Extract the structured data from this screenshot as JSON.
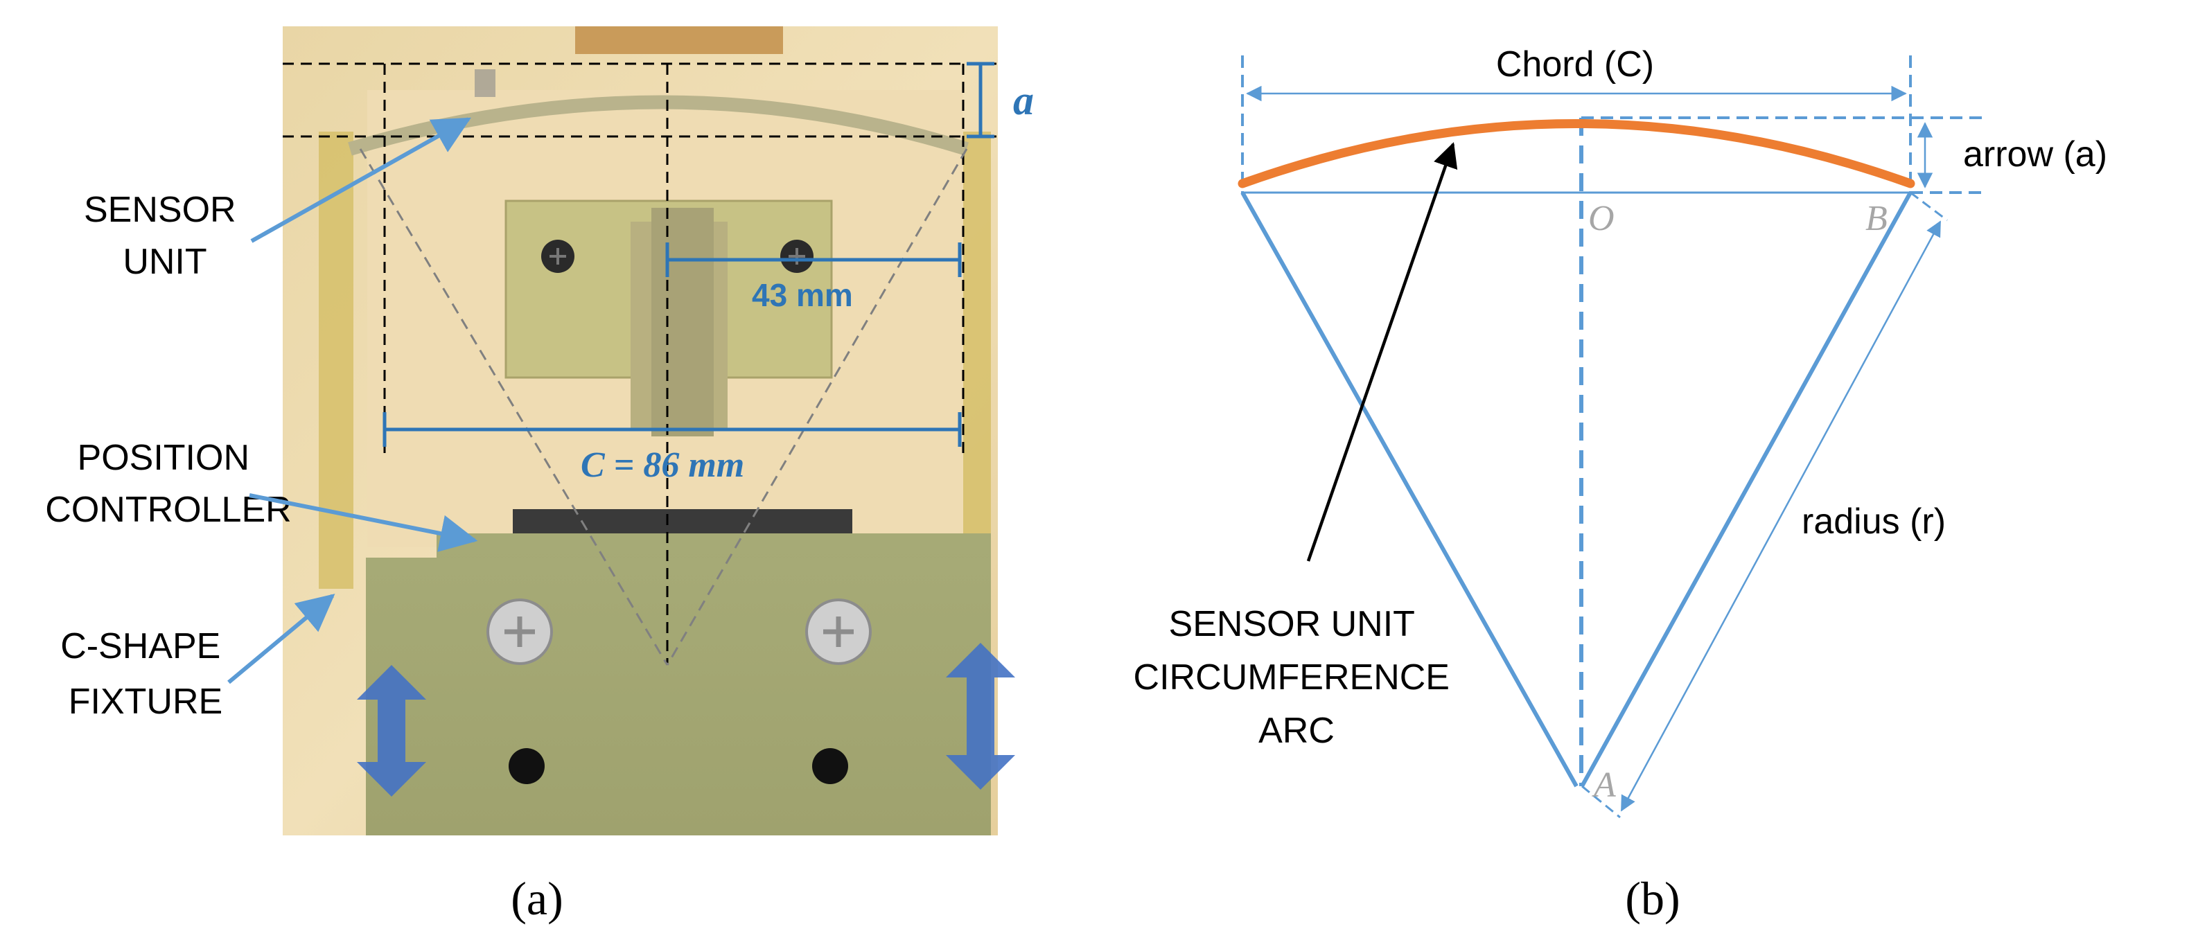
{
  "panel_a": {
    "caption": "(a)",
    "labels": {
      "sensor_unit": [
        "SENSOR",
        "UNIT"
      ],
      "position_controller": [
        "POSITION",
        "CONTROLLER"
      ],
      "c_shape_fixture": [
        "C-SHAPE",
        "FIXTURE"
      ]
    },
    "dims": {
      "arrow_symbol": "a",
      "half_chord": "43 mm",
      "chord": "C = 86 mm"
    }
  },
  "panel_b": {
    "caption": "(b)",
    "labels": {
      "chord": "Chord (C)",
      "arrow": "arrow (a)",
      "radius": "radius (r)",
      "arc": [
        "SENSOR UNIT",
        "CIRCUMFERENCE",
        "ARC"
      ]
    },
    "points": {
      "O": "O",
      "B": "B",
      "A": "A"
    }
  },
  "colors": {
    "blue": "#2E75B6",
    "line_blue": "#5B9BD5",
    "orange": "#ED7D31",
    "gray": "#A6A6A6"
  }
}
